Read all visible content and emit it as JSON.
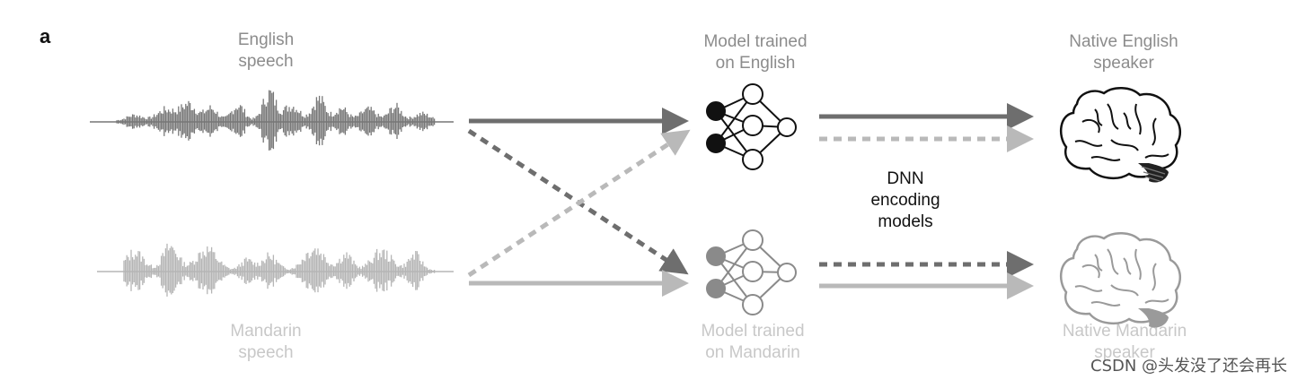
{
  "panel_label": "a",
  "inputs": {
    "english": {
      "line1": "English",
      "line2": "speech"
    },
    "mandarin": {
      "line1": "Mandarin",
      "line2": "speech"
    }
  },
  "models": {
    "english": {
      "line1": "Model trained",
      "line2": "on English"
    },
    "mandarin": {
      "line1": "Model trained",
      "line2": "on Mandarin"
    }
  },
  "center_label": {
    "line1": "DNN",
    "line2": "encoding",
    "line3": "models"
  },
  "listeners": {
    "english": {
      "line1": "Native English",
      "line2": "speaker"
    },
    "mandarin": {
      "line1": "Native Mandarin",
      "line2": "speaker"
    }
  },
  "colors": {
    "dark_arrow": "#6e6e6e",
    "light_arrow": "#b9b9b9",
    "dark_wave": "#777777",
    "light_wave": "#b5b5b5"
  },
  "watermark": "CSDN @头发没了还会再长"
}
